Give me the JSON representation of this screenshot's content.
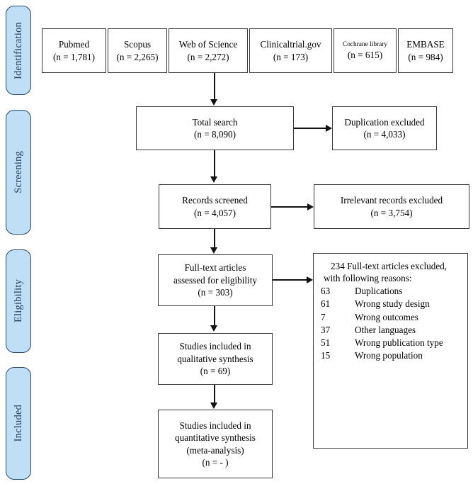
{
  "diagram": {
    "title": "PRISMA study selection flow diagram",
    "accent_color": "#bfdff7",
    "accent_border_color": "#2b4a66",
    "line_color": "#111111",
    "box_border_color": "#3a3a3a"
  },
  "stages": [
    {
      "label": "Identification"
    },
    {
      "label": "Screening"
    },
    {
      "label": "Eligibility"
    },
    {
      "label": "Included"
    }
  ],
  "sources": [
    {
      "name": "Pubmed",
      "count": "(n = 1,781)"
    },
    {
      "name": "Scopus",
      "count": "(n = 2,265)"
    },
    {
      "name": "Web of Science",
      "count": "(n = 2,272)"
    },
    {
      "name": "Clinicaltrial.gov",
      "count": "(n = 173)"
    },
    {
      "name": "Cochrane library",
      "count": "(n = 615)"
    },
    {
      "name": "EMBASE",
      "count": "(n = 984)"
    }
  ],
  "flow": {
    "total_search": {
      "line1": "Total search",
      "line2": "(n = 8,090)"
    },
    "duplication": {
      "line1": "Duplication excluded",
      "line2": "(n = 4,033)"
    },
    "records_screened": {
      "line1": "Records screened",
      "line2": "(n = 4,057)"
    },
    "irrelevant": {
      "line1": "Irrelevant records excluded",
      "line2": "(n = 3,754)"
    },
    "fulltext": {
      "line1": "Full-text articles",
      "line2": "assessed for eligibility",
      "line3": "(n = 303)"
    },
    "qualitative": {
      "line1": "Studies included in",
      "line2": "qualitative synthesis",
      "line3": "(n = 69)"
    },
    "quantitative": {
      "line1": "Studies included in",
      "line2": "quantitative synthesis",
      "line3": "(meta-analysis)",
      "line4": "(n = - )"
    }
  },
  "exclusions": {
    "header_line1": "234 Full-text articles excluded,",
    "header_line2": "with following reasons:",
    "reasons": [
      {
        "count": "63",
        "label": "Duplications"
      },
      {
        "count": "61",
        "label": "Wrong study design"
      },
      {
        "count": "7",
        "label": "Wrong outcomes"
      },
      {
        "count": "37",
        "label": "Other languages"
      },
      {
        "count": "51",
        "label": "Wrong publication type"
      },
      {
        "count": "15",
        "label": "Wrong population"
      }
    ]
  }
}
